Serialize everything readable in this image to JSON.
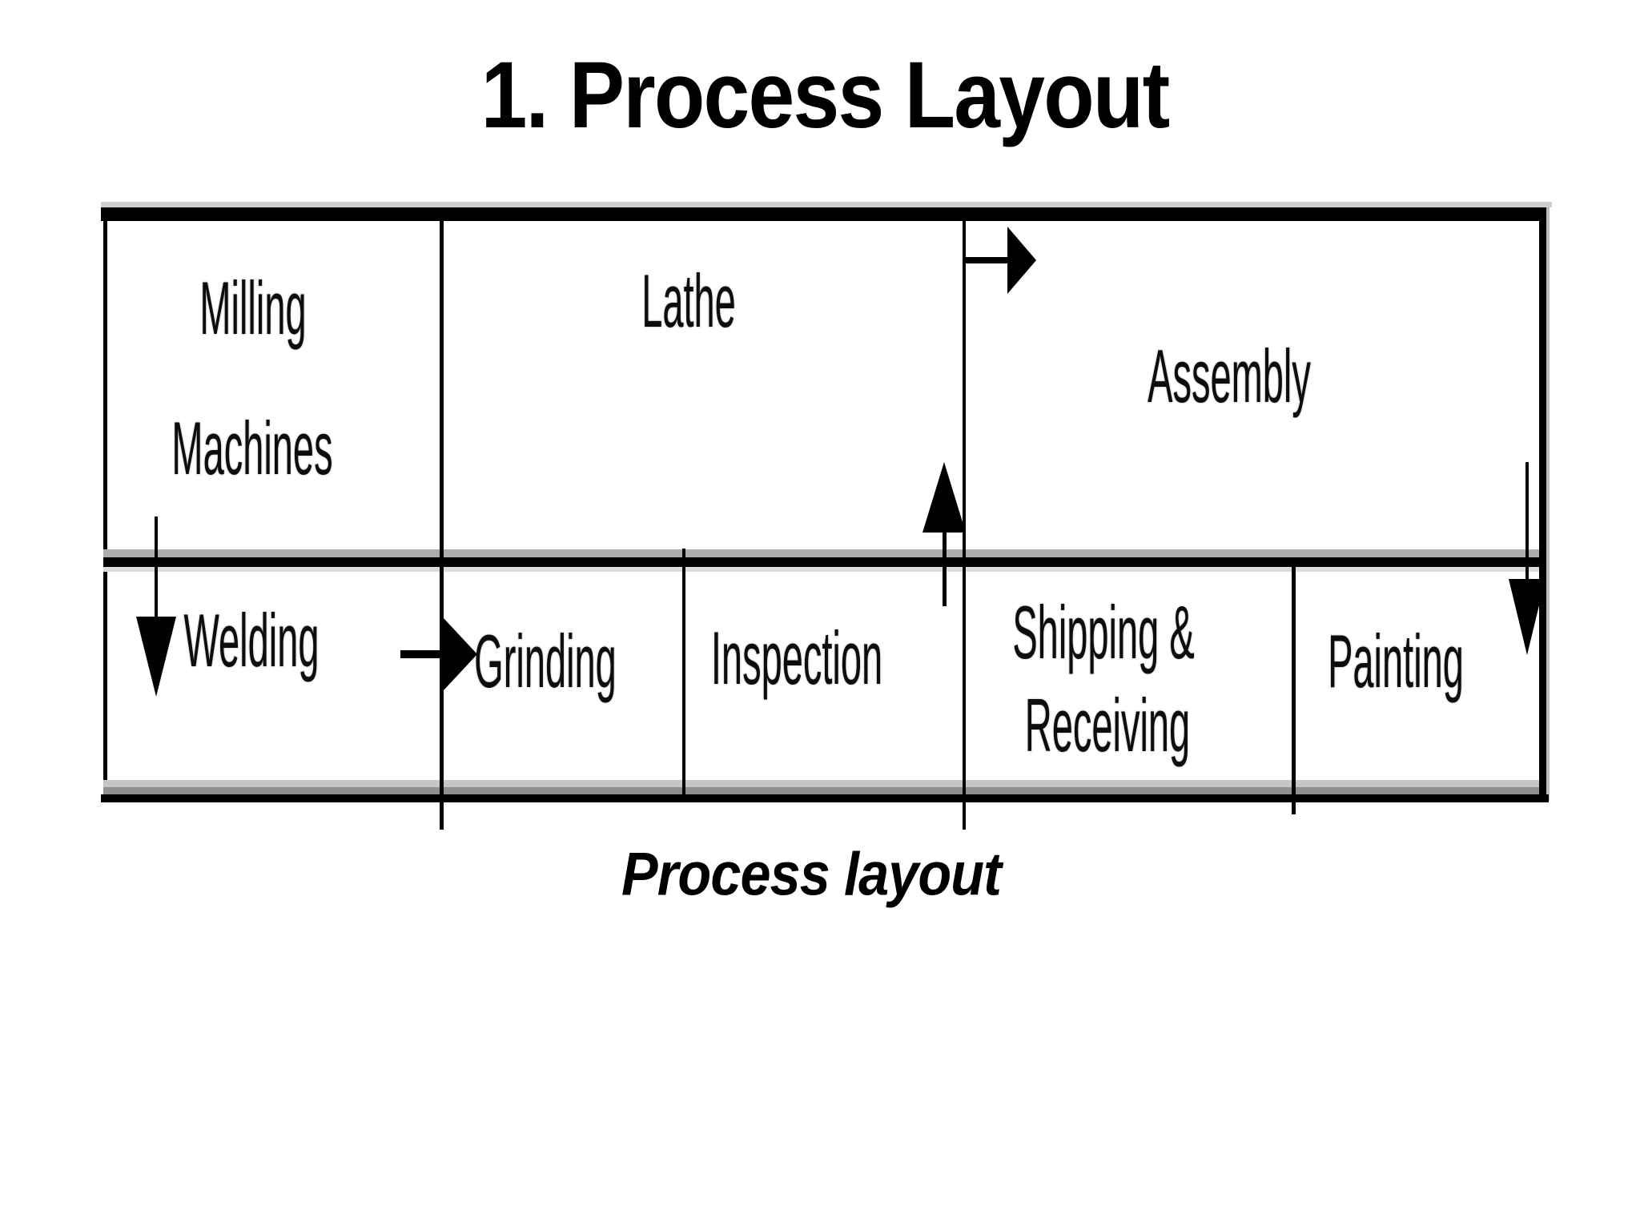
{
  "page": {
    "background": "#ffffff",
    "ink": "#000000",
    "shadow_gray": "#adadad",
    "light_gray": "#cfcfcf"
  },
  "title": "1. Process Layout",
  "caption": "Process layout",
  "diagram": {
    "cells": {
      "milling": {
        "line1": "Milling",
        "line2": "Machines"
      },
      "lathe": "Lathe",
      "assembly": "Assembly",
      "welding": "Welding",
      "grinding": "Grinding",
      "inspection": "Inspection",
      "shipping": {
        "line1": "Shipping &",
        "line2": "Receiving"
      },
      "painting": "Painting"
    },
    "rows": [
      [
        "Milling Machines",
        "Lathe",
        "Assembly"
      ],
      [
        "Welding",
        "Grinding",
        "Inspection",
        "Shipping & Receiving",
        "Painting"
      ]
    ],
    "arrows": [
      {
        "name": "lathe-to-assembly",
        "direction": "right"
      },
      {
        "name": "inspection-to-lathe",
        "direction": "up"
      },
      {
        "name": "milling-to-welding",
        "direction": "down"
      },
      {
        "name": "welding-to-grinding",
        "direction": "right"
      },
      {
        "name": "assembly-to-painting",
        "direction": "down"
      }
    ]
  }
}
